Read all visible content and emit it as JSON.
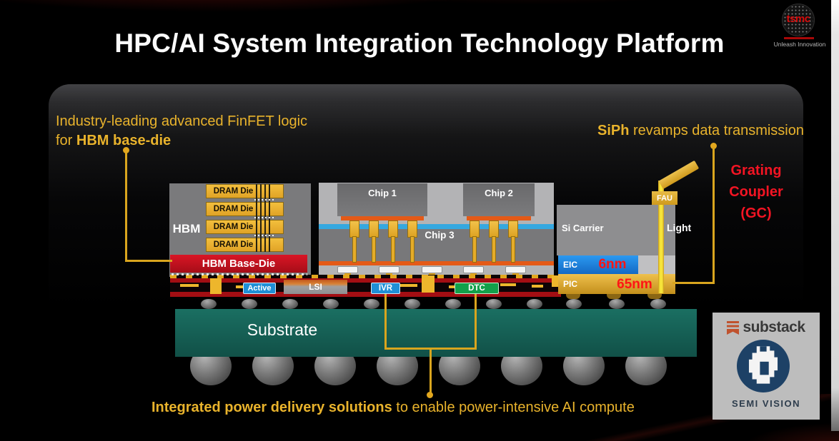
{
  "slide": {
    "title": "HPC/AI System Integration Technology Platform"
  },
  "logo": {
    "brand": "tsmc",
    "tagline": "Unleash Innovation"
  },
  "callouts": {
    "finfet": {
      "line1": "Industry-leading advanced FinFET logic",
      "line2_prefix": "for ",
      "line2_bold": "HBM base-die"
    },
    "siph": {
      "bold": "SiPh",
      "rest": " revamps data transmission"
    },
    "grating": {
      "line1": "Grating",
      "line2": "Coupler",
      "line3": "(GC)"
    },
    "power": {
      "bold": "Integrated power delivery solutions",
      "rest": " to enable power-intensive AI compute"
    }
  },
  "diagram": {
    "hbm": {
      "label": "HBM",
      "dram_die": "DRAM Die",
      "base_die": "HBM Base-Die"
    },
    "soc": {
      "chip1": "Chip 1",
      "chip2": "Chip 2",
      "chip3": "Chip 3"
    },
    "interposer": {
      "active": "Active",
      "lsi": "LSI",
      "ivr": "IVR",
      "dtc": "DTC"
    },
    "siph_engine": {
      "carrier": "Si Carrier",
      "eic": "EIC",
      "eic_node": "6nm",
      "pic": "PIC",
      "pic_node": "65nm",
      "fau": "FAU",
      "light": "Light"
    },
    "substrate": "Substrate"
  },
  "watermark": {
    "substack": "substack",
    "semivision": "SEMI VISION"
  },
  "colors": {
    "accent_yellow": "#E9B32C",
    "line_gold": "#D9A51E",
    "alert_red": "#F31423",
    "hbm_red": "#C4101F",
    "substrate_teal": "#15655A",
    "eic_blue": "#1E88E5",
    "pic_gold": "#E0AC38",
    "ivr_blue": "#1F8FD6",
    "dtc_green": "#12A04A"
  }
}
